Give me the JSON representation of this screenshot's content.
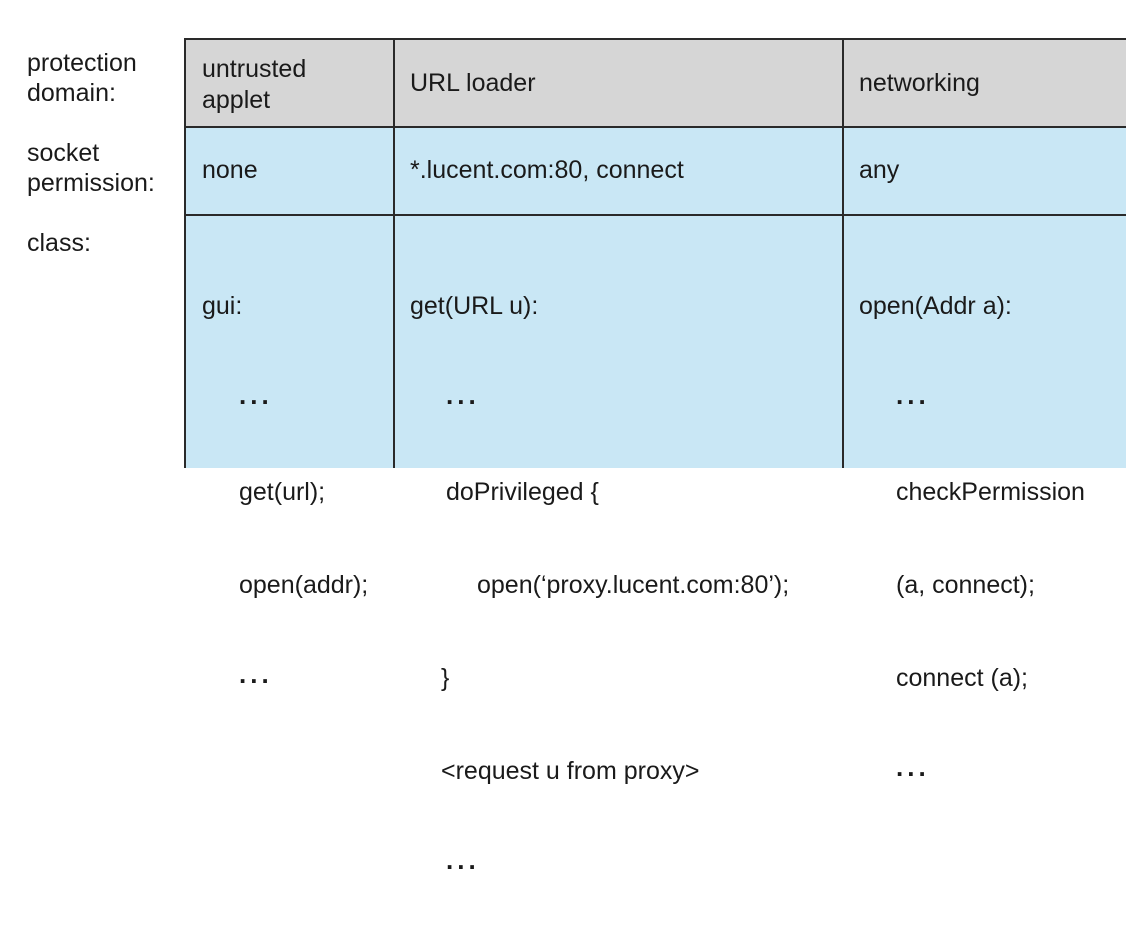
{
  "row_labels": {
    "protection_domain": "protection\ndomain:",
    "socket_permission": "socket\npermission:",
    "class": "class:"
  },
  "columns": [
    {
      "domain": "untrusted\napplet",
      "permission": "none",
      "code": {
        "header": "gui:",
        "dots1": "...",
        "line1": "get(url);",
        "line2": "open(addr);",
        "dots2": "..."
      }
    },
    {
      "domain": "URL loader",
      "permission": "*.lucent.com:80, connect",
      "code": {
        "header": "get(URL u):",
        "dots1": "...",
        "line1": "doPrivileged {",
        "line2": "open(‘proxy.lucent.com:80’);",
        "line3": "}",
        "line4": "<request u from proxy>",
        "dots2": "..."
      }
    },
    {
      "domain": "networking",
      "permission": "any",
      "code": {
        "header": "open(Addr a):",
        "dots1": "...",
        "line1": "checkPermission",
        "line2": "(a, connect);",
        "line3": "connect (a);",
        "dots2": "..."
      }
    }
  ],
  "colors": {
    "header_bg": "#d6d6d6",
    "cell_bg": "#c9e7f5",
    "border": "#2a2a2a"
  }
}
